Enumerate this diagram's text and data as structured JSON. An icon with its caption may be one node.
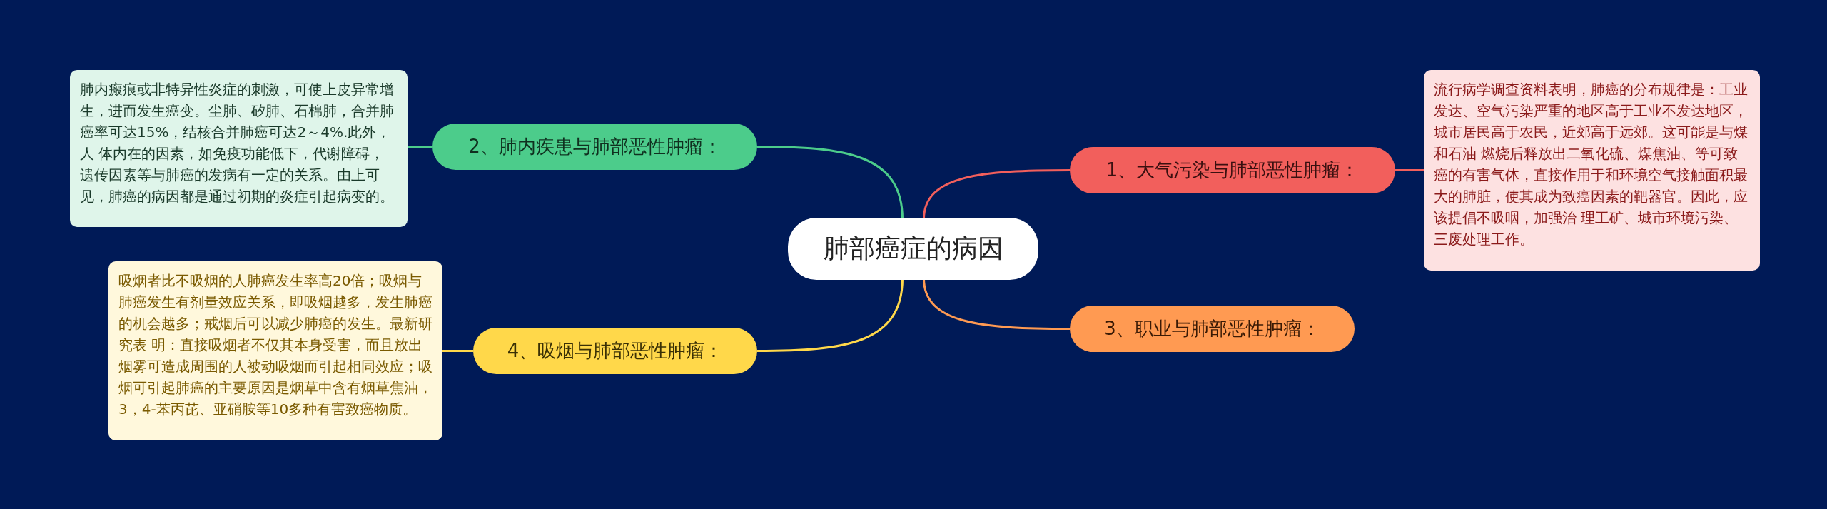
{
  "diagram": {
    "nodes": [
      {
        "text": [
          "肺部癌症的病因"
        ]
      },
      {
        "text": [
          "1、大气污染与肺部恶性肿瘤："
        ]
      },
      {
        "text": [
          "流行病学调查资料表明，肺癌的分布规律是：工业发达、空气污染严重的地区高于工业不发达地区，城市居民高于农民，近郊高于远郊。这可能是与煤和石油 燃烧后释放出二氧化硫、煤焦油、等可致癌的有害气体，直接作用于和环境空气接触面积最大的肺脏，使其成为致癌因素的靶器官。因此，应该提倡不吸咽，加强治 理工矿、城市环境污染、三废处理工作。"
        ]
      },
      {
        "text": [
          "2、肺内疾患与肺部恶性肿瘤："
        ]
      },
      {
        "text": [
          "肺内瘢痕或非特异性炎症的刺激，可使上皮异常增生，进而发生癌变。尘肺、矽肺、石棉肺，合并肺癌率可达15%，结核合并肺癌可达2～4%.此外，人 体内在的因素，如免疫功能低下，代谢障碍，遗传因素等与肺癌的发病有一定的关系。由上可见，肺癌的病因都是通过初期的炎症引起病变的。"
        ]
      },
      {
        "text": [
          "3、职业与肺部恶性肿瘤："
        ]
      },
      {
        "text": [
          "4、吸烟与肺部恶性肿瘤："
        ]
      },
      {
        "text": [
          "吸烟者比不吸烟的人肺癌发生率高20倍；吸烟与肺癌发生有剂量效应关系，即吸烟越多，发生肺癌的机会越多；戒烟后可以减少肺癌的发生。最新研究表 明：直接吸烟者不仅其本身受害，而且放出烟雾可造成周围的人被动吸烟而引起相同效应；吸烟可引起肺癌的主要原因是烟草中含有烟草焦油，3，4-苯丙芘、亚硝胺等10多种有害致癌物质。"
        ]
      }
    ],
    "edges": [
      {
        "from": 0,
        "to": 1,
        "arrow": "none",
        "color": "#f25f5c"
      },
      {
        "from": 1,
        "to": 2,
        "arrow": "none",
        "color": "#f25f5c"
      },
      {
        "from": 0,
        "to": 3,
        "arrow": "none",
        "color": "#4ccc8b"
      },
      {
        "from": 3,
        "to": 4,
        "arrow": "none",
        "color": "#4ccc8b"
      },
      {
        "from": 0,
        "to": 5,
        "arrow": "none",
        "color": "#ff9a52"
      },
      {
        "from": 0,
        "to": 6,
        "arrow": "none",
        "color": "#ffd84a"
      },
      {
        "from": 6,
        "to": 7,
        "arrow": "none",
        "color": "#ffd84a"
      }
    ]
  }
}
